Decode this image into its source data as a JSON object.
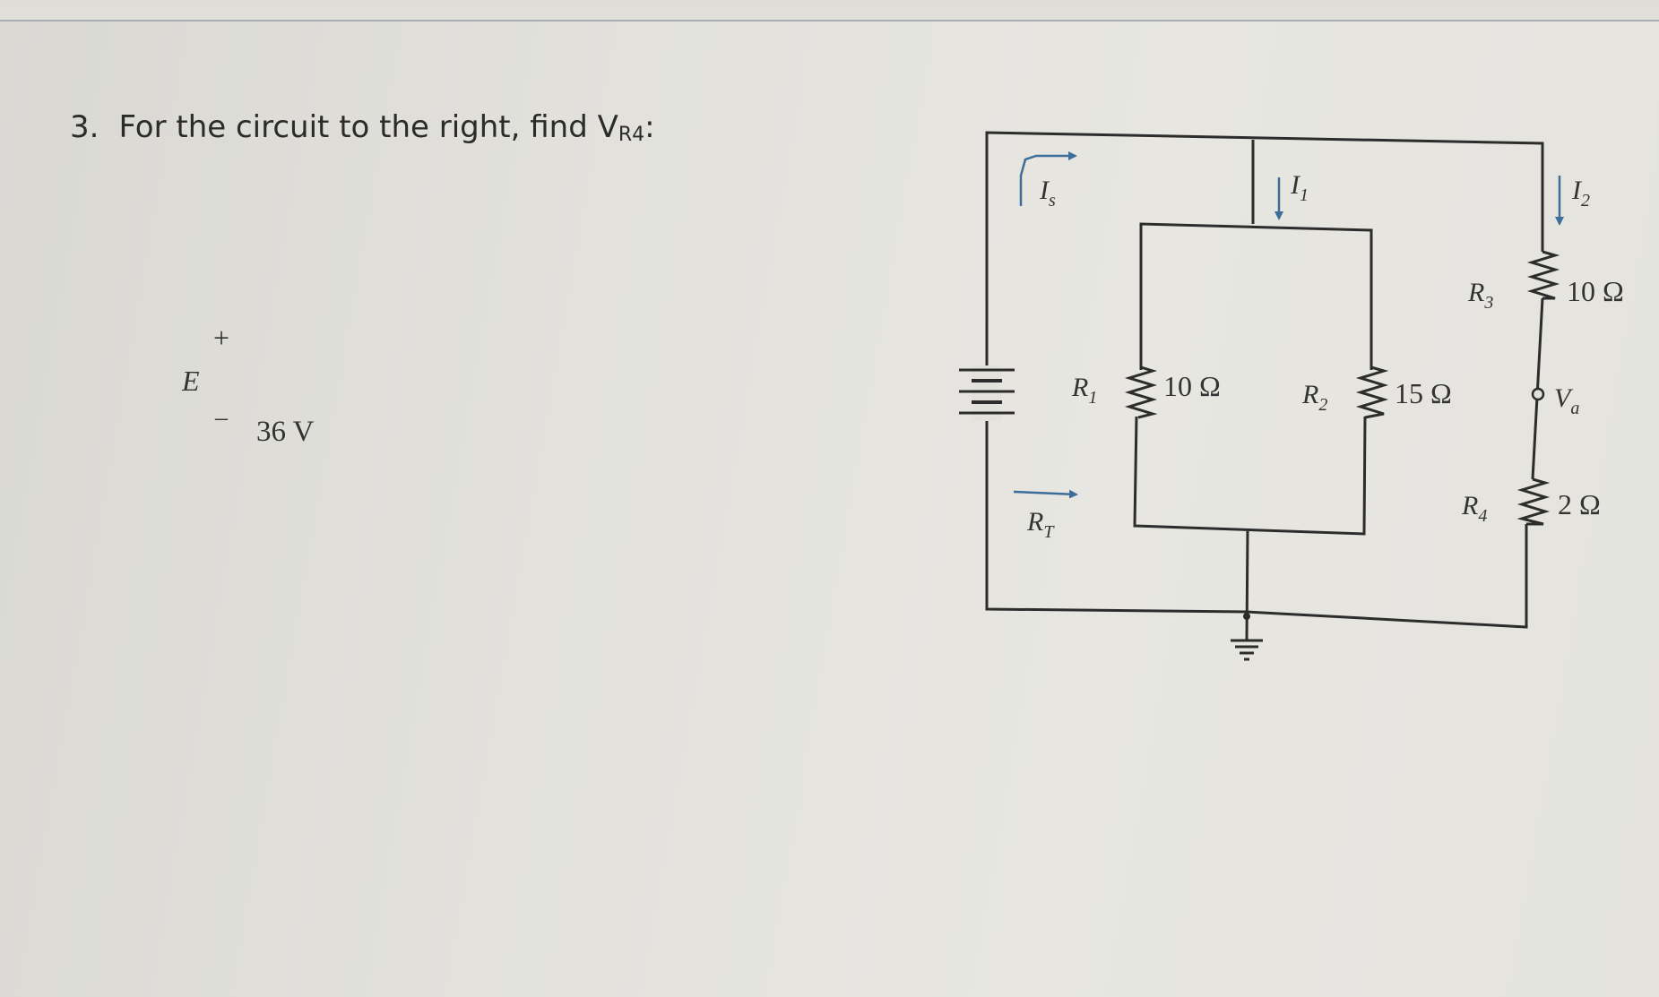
{
  "question": {
    "number": "3.",
    "text": "For the circuit to the right, find V",
    "subscript": "R4",
    "suffix": ":"
  },
  "circuit": {
    "source": {
      "symbol": "E",
      "value": "36 V",
      "plus": "+",
      "minus": "–"
    },
    "currents": {
      "Is": {
        "main": "I",
        "sub": "s"
      },
      "I1": {
        "main": "I",
        "sub": "1"
      },
      "I2": {
        "main": "I",
        "sub": "2"
      }
    },
    "RT": {
      "main": "R",
      "sub": "T"
    },
    "R1": {
      "main": "R",
      "sub": "1",
      "value": "10 Ω"
    },
    "R2": {
      "main": "R",
      "sub": "2",
      "value": "15 Ω"
    },
    "R3": {
      "main": "R",
      "sub": "3",
      "value": "10 Ω"
    },
    "R4": {
      "main": "R",
      "sub": "4",
      "value": "2 Ω"
    },
    "Va": {
      "main": "V",
      "sub": "a"
    },
    "colors": {
      "wire": "#2c2c2c",
      "arrow": "#3d6d99"
    }
  }
}
